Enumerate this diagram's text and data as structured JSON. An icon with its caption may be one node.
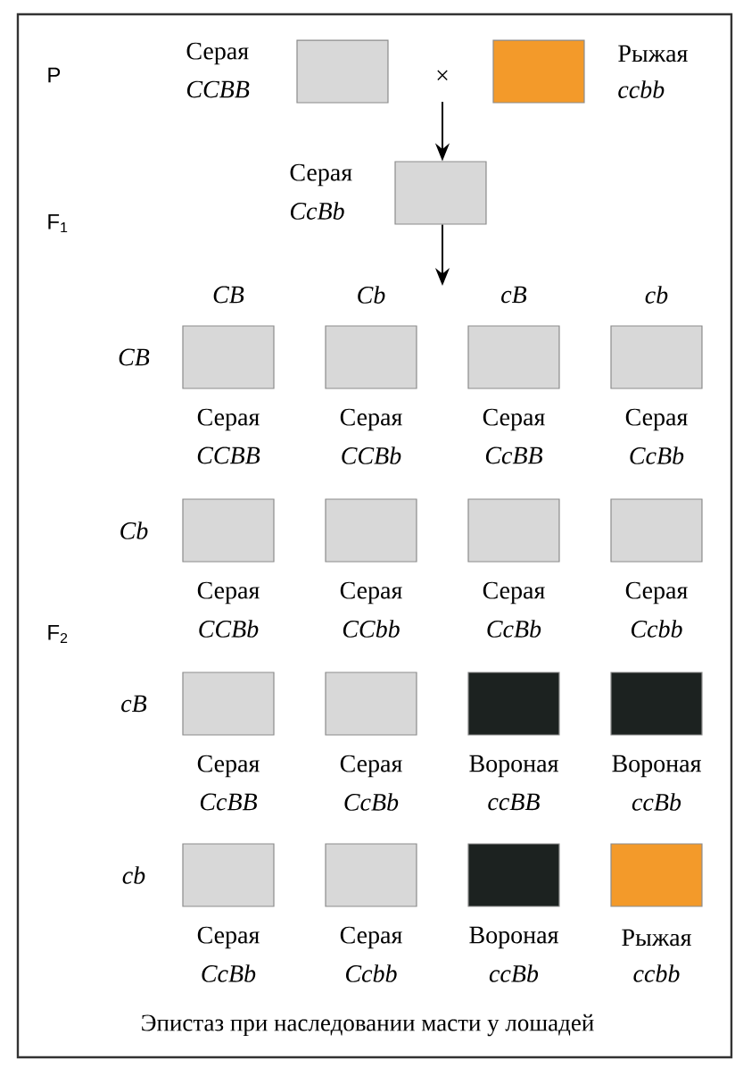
{
  "diagram": {
    "caption": "Эпистаз при наследовании масти у лошадей",
    "nodes": [
      {
        "text": [],
        "shape": "box",
        "beside": [
          "Серая",
          "CCBB"
        ]
      },
      {
        "text": [],
        "shape": "box",
        "beside": [
          "Рыжая",
          "ccbb"
        ]
      },
      {
        "text": [],
        "shape": "box",
        "beside": [
          "Серая",
          "CcBb"
        ]
      },
      {
        "text": [],
        "shape": "box",
        "beside": [
          "Серая",
          "CCBB"
        ]
      },
      {
        "text": [],
        "shape": "box",
        "beside": [
          "Серая",
          "CCBb"
        ]
      },
      {
        "text": [],
        "shape": "box",
        "beside": [
          "Серая",
          "CcBB"
        ]
      },
      {
        "text": [],
        "shape": "box",
        "beside": [
          "Серая",
          "CcBb"
        ]
      },
      {
        "text": [],
        "shape": "box",
        "beside": [
          "Серая",
          "CCBb"
        ]
      },
      {
        "text": [],
        "shape": "box",
        "beside": [
          "Серая",
          "CCbb"
        ]
      },
      {
        "text": [],
        "shape": "box",
        "beside": [
          "Серая",
          "CcBb"
        ]
      },
      {
        "text": [],
        "shape": "box",
        "beside": [
          "Серая",
          "Ccbb"
        ]
      },
      {
        "text": [],
        "shape": "box",
        "beside": [
          "Серая",
          "CcBB"
        ]
      },
      {
        "text": [],
        "shape": "box",
        "beside": [
          "Серая",
          "CcBb"
        ]
      },
      {
        "text": [],
        "shape": "box",
        "beside": [
          "Вороная",
          "ccBB"
        ]
      },
      {
        "text": [],
        "shape": "box",
        "beside": [
          "Вороная",
          "ccBb"
        ]
      },
      {
        "text": [],
        "shape": "box",
        "beside": [
          "Серая",
          "CcBb"
        ]
      },
      {
        "text": [],
        "shape": "box",
        "beside": [
          "Серая",
          "Ccbb"
        ]
      },
      {
        "text": [],
        "shape": "box",
        "beside": [
          "Вороная",
          "ccBb"
        ]
      },
      {
        "text": [],
        "shape": "box",
        "beside": [
          "Рыжая",
          "ccbb"
        ]
      }
    ],
    "edges": [
      {
        "from": null,
        "to": 2,
        "arrow": "to"
      },
      {
        "from": 2,
        "to": null,
        "arrow": "to"
      }
    ],
    "labels": [
      "P",
      "×",
      "F$_{1}$",
      "CB",
      "Cb",
      "cB",
      "cb",
      "CB",
      "Cb",
      "F$_{2}$",
      "cB",
      "cb"
    ]
  }
}
